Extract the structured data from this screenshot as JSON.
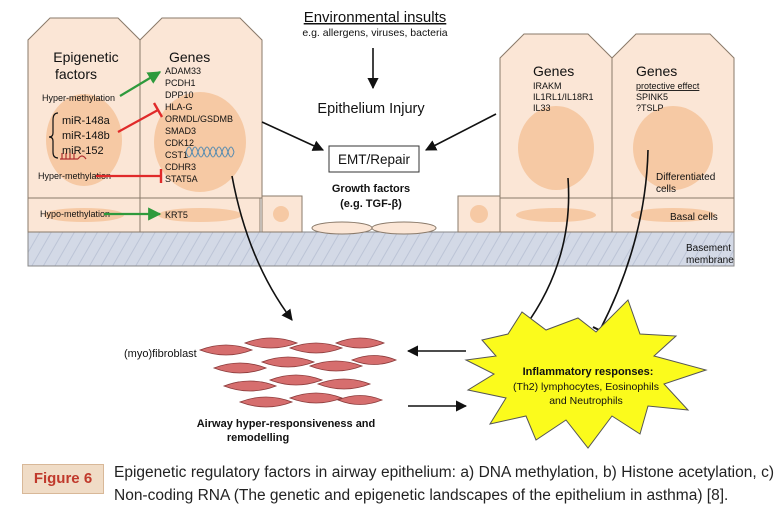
{
  "diagram": {
    "env_title": "Environmental insults",
    "env_sub": "e.g. allergens, viruses, bacteria",
    "injury": "Epithelium Injury",
    "emt": "EMT/Repair",
    "growth_1": "Growth factors",
    "growth_2": "(e.g. TGF-β)",
    "epi_title_1": "Epigenetic",
    "epi_title_2": "factors",
    "hyper_1": "Hyper-methylation",
    "mirs": [
      "miR-148a",
      "miR-148b",
      "miR-152"
    ],
    "hyper_2": "Hyper-methylation",
    "hypo": "Hypo-methylation",
    "genes_title": "Genes",
    "genes_left": [
      "ADAM33",
      "PCDH1",
      "DPP10",
      "HLA-G",
      "ORMDL/GSDMB",
      "SMAD3",
      "CDK12",
      "CST1",
      "CDHR3",
      "STAT5A"
    ],
    "krt5": "KRT5",
    "genes_right1": [
      "IRAKM",
      "IL1RL1/IL18R1",
      "IL33"
    ],
    "protective": "protective effect",
    "genes_right2": [
      "SPINK5",
      "?TSLP"
    ],
    "differentiated_1": "Differentiated",
    "differentiated_2": "cells",
    "basal": "Basal cells",
    "basement_1": "Basement",
    "basement_2": "membrane",
    "fibro": "(myo)fibroblast",
    "ahr_1": "Airway hyper-responsiveness and",
    "ahr_2": "remodelling",
    "inflam_1": "Inflammatory responses:",
    "inflam_2": "(Th2) lymphocytes, Eosinophils",
    "inflam_3": "and Neutrophils"
  },
  "caption": {
    "label": "Figure 6",
    "text": "Epigenetic regulatory factors in airway epithelium: a) DNA methylation, b) Histone acetylation, c) Non-coding RNA (The genetic and epigenetic landscapes of the epithelium in asthma) [8]."
  },
  "colors": {
    "cell_fill": "#fbe6d6",
    "nucleus": "#f6c9a4",
    "membrane": "#cfd6e4",
    "activate": "#2e9a3c",
    "inhibit": "#e02a2a",
    "fibroblast": "#d66e6e",
    "star": "#fbfb1c",
    "caption_label": "#c0392b"
  }
}
